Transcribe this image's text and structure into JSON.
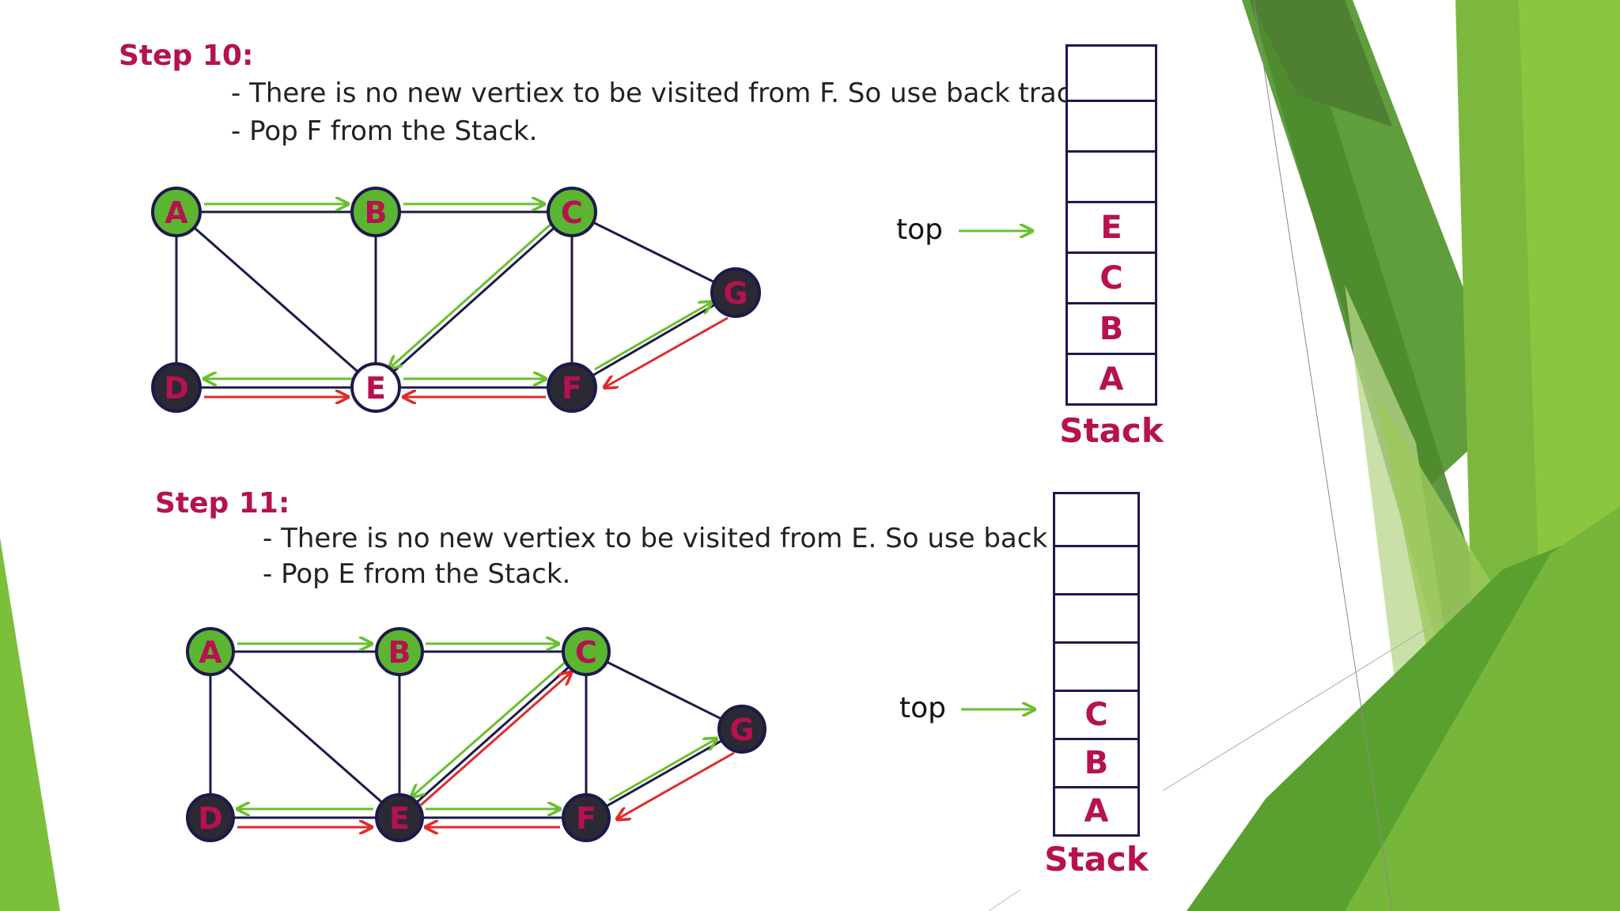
{
  "colors": {
    "accent": "#b5124f",
    "edge": "#1c1a4a",
    "visited_node": "#5cb531",
    "unvisited_node": "#2b2934",
    "forward_arrow": "#6abf2e",
    "back_arrow": "#e02b2b",
    "decor_green": "#6db33f"
  },
  "step10": {
    "title": "Step 10:",
    "line1": "- There is no new vertiex to be visited from F. So use back track.",
    "line2": "- Pop F from the Stack.",
    "top_label": "top",
    "stack_label": "Stack",
    "stack_cells": [
      "",
      "",
      "",
      "E",
      "C",
      "B",
      "A"
    ],
    "nodes": [
      {
        "id": "A",
        "label": "A",
        "state": "visited"
      },
      {
        "id": "B",
        "label": "B",
        "state": "visited"
      },
      {
        "id": "C",
        "label": "C",
        "state": "visited"
      },
      {
        "id": "G",
        "label": "G",
        "state": "unvisited"
      },
      {
        "id": "D",
        "label": "D",
        "state": "unvisited"
      },
      {
        "id": "E",
        "label": "E",
        "state": "current"
      },
      {
        "id": "F",
        "label": "F",
        "state": "unvisited"
      }
    ]
  },
  "step11": {
    "title": "Step 11:",
    "line1": "- There is no new vertiex to be visited from E. So use back track.",
    "line2": "- Pop E from the Stack.",
    "top_label": "top",
    "stack_label": "Stack",
    "stack_cells": [
      "",
      "",
      "",
      "",
      "C",
      "B",
      "A"
    ],
    "nodes": [
      {
        "id": "A",
        "label": "A",
        "state": "visited"
      },
      {
        "id": "B",
        "label": "B",
        "state": "visited"
      },
      {
        "id": "C",
        "label": "C",
        "state": "visited"
      },
      {
        "id": "G",
        "label": "G",
        "state": "unvisited"
      },
      {
        "id": "D",
        "label": "D",
        "state": "unvisited"
      },
      {
        "id": "E",
        "label": "E",
        "state": "unvisited"
      },
      {
        "id": "F",
        "label": "F",
        "state": "unvisited"
      }
    ]
  }
}
